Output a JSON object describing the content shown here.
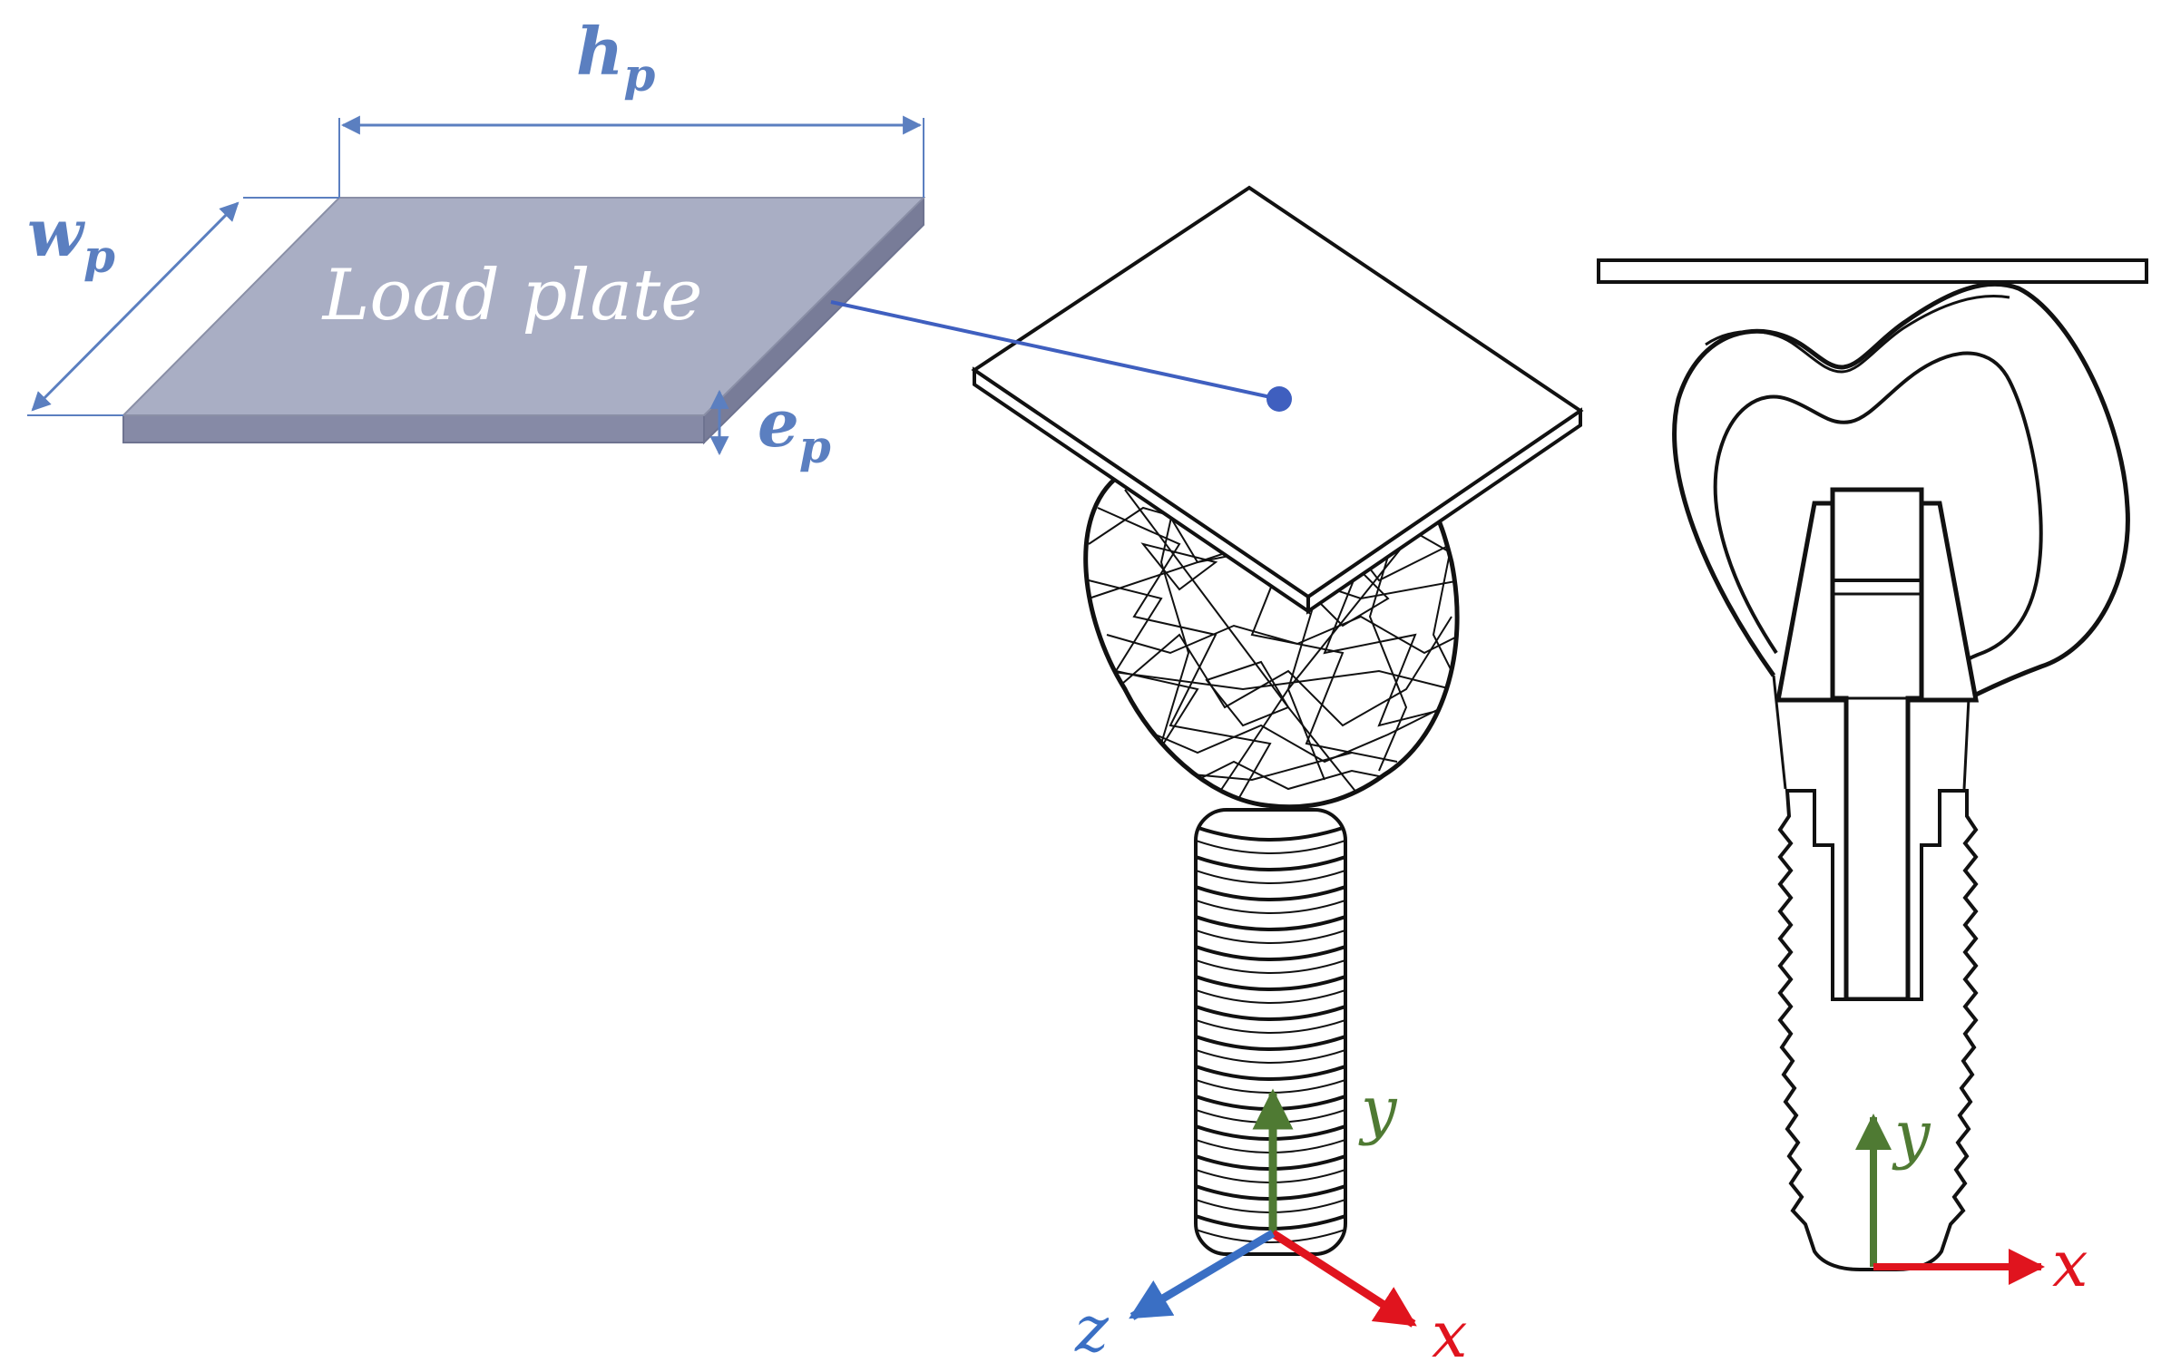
{
  "plate": {
    "label": "Load plate",
    "dims": {
      "h": "h",
      "w": "w",
      "e": "e",
      "sub": "p"
    }
  },
  "axes": {
    "y": "y",
    "x": "x",
    "z": "z"
  },
  "colors": {
    "dimension": "#5b7fc0",
    "plate_fill": "#a9aec4",
    "plate_edge": "#8a8fa6",
    "leader": "#3f5fbf",
    "axis_y": "#4f7a33",
    "axis_x": "#e0141e",
    "axis_z": "#3a6fc4",
    "line": "#111111"
  }
}
